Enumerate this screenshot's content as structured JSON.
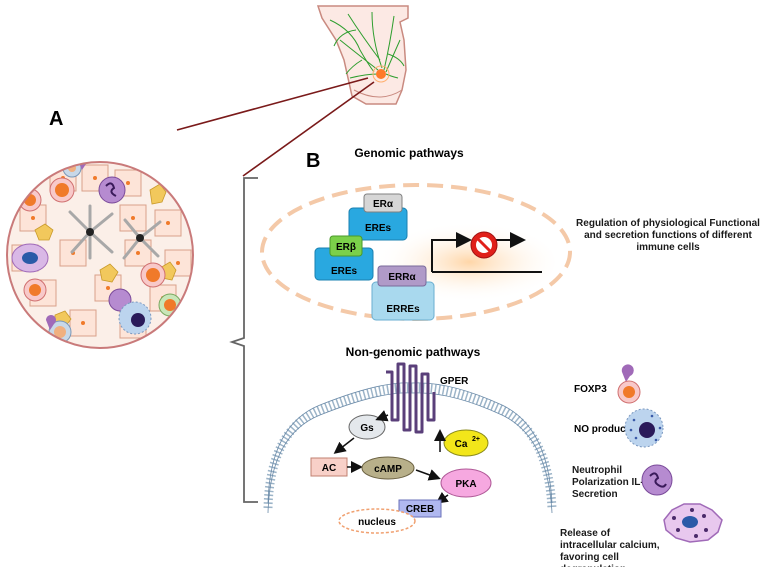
{
  "panel_labels": {
    "a": "A",
    "b": "B"
  },
  "genomic": {
    "title": "Genomic pathways",
    "er_alpha": "ERα",
    "er_beta": "ERβ",
    "err_alpha": "ERRα",
    "eres_1": "EREs",
    "eres_2": "EREs",
    "erres": "ERREs",
    "description": "Regulation of physiological Functional and secretion functions of different immune cells"
  },
  "nongenomic": {
    "title": "Non-genomic pathways",
    "gper": "GPER",
    "gs": "Gs",
    "ca": "Ca",
    "ca_sup": "2+",
    "ac": "AC",
    "camp": "cAMP",
    "pka": "PKA",
    "creb": "CREB",
    "nucleus": "nucleus"
  },
  "effects": {
    "foxp3": "FOXP3",
    "no": "NO production",
    "neutrophil": "Neutrophil Polarization IL-8 Secretion",
    "calcium": "Release of intracellular calcium, favoring cell degranulation"
  },
  "colors": {
    "cell_border": "#c97a7a",
    "membrane_line": "#6a8aa8",
    "gper": "#5a3f7a",
    "vessel": "#2e9e2e",
    "tumor_line": "#7a1a1a",
    "ere_box": "#29a8e0",
    "erre_box": "#a9d9ee"
  }
}
